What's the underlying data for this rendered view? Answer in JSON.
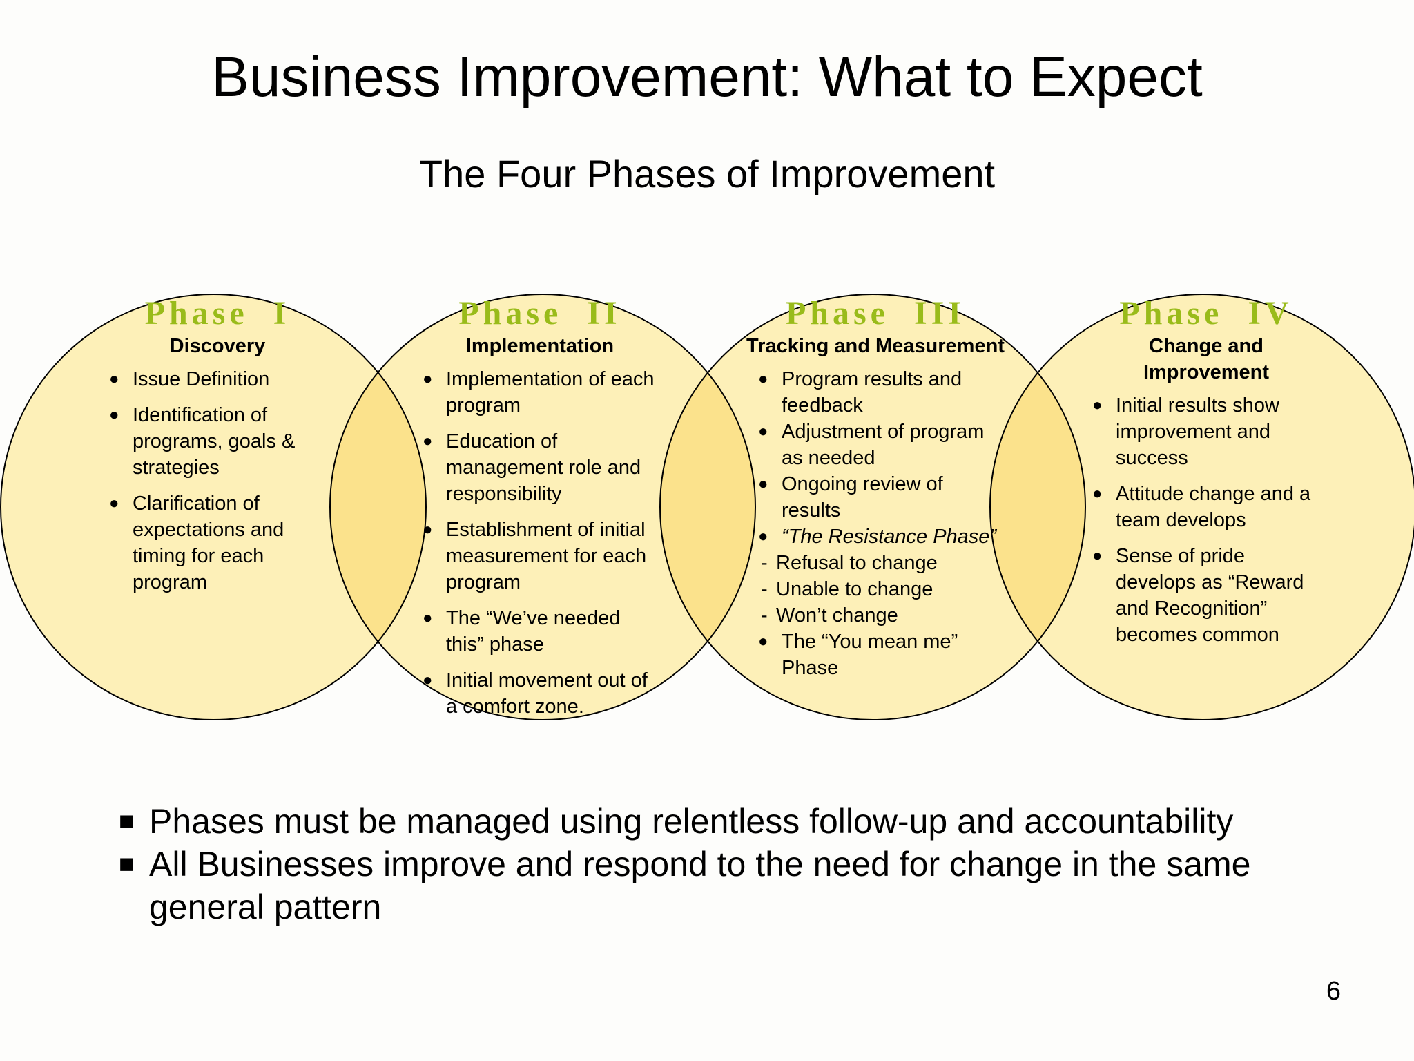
{
  "slide": {
    "title": "Business Improvement:  What to Expect",
    "subtitle": "The Four Phases of Improvement",
    "page_number": "6"
  },
  "colors": {
    "circle_fill": "#fdf0b8",
    "overlap_fill": "#fbe28c",
    "circle_stroke": "#000000",
    "phase_label": "#99bb1a"
  },
  "phases": [
    {
      "label": "Phase  I",
      "name": "Discovery",
      "items": [
        "Issue Definition",
        "Identification of programs, goals & strategies",
        "Clarification of expectations and timing for each program"
      ]
    },
    {
      "label": "Phase  II",
      "name": "Implementation",
      "items": [
        "Implementation of each program",
        "Education of management role and responsibility",
        "Establishment of initial measurement for each program",
        "The “We’ve needed this” phase",
        "Initial movement out of a comfort zone."
      ]
    },
    {
      "label": "Phase  III",
      "name": "Tracking and Measurement",
      "items": [
        "Program results and feedback",
        "Adjustment of program as needed",
        "Ongoing review of results",
        "“The Resistance Phase”",
        "Refusal to change",
        "Unable to change",
        "Won’t change",
        "The “You mean me” Phase"
      ]
    },
    {
      "label": "Phase  IV",
      "name": "Change and Improvement",
      "items": [
        "Initial results show improvement and success",
        "Attitude change and a team develops",
        "Sense of pride develops as “Reward and Recognition” becomes common"
      ]
    }
  ],
  "takeaways": [
    "Phases must be managed using relentless follow-up and accountability",
    "All Businesses improve and respond to the need for change in the same general pattern"
  ]
}
